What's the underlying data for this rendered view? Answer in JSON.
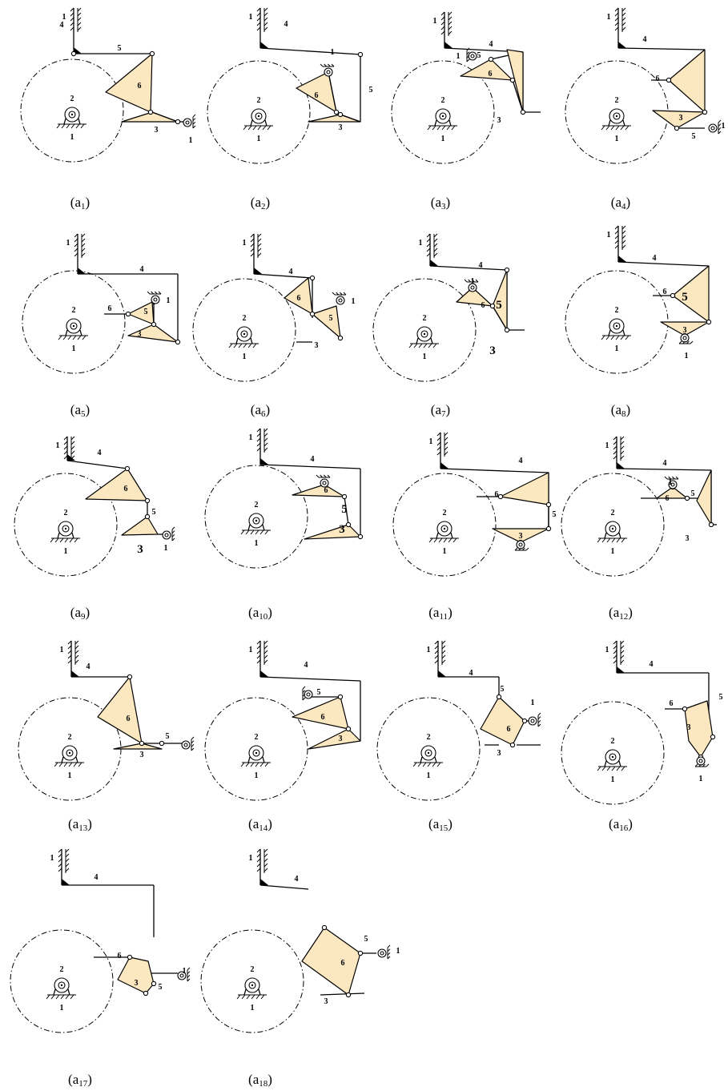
{
  "figures": [
    {
      "id": "a1",
      "caption": "(a",
      "sub": "1",
      "suffix": ")",
      "frame_label": "1",
      "gear_label": "2",
      "ground_label": "1",
      "labels": [
        "4",
        "5",
        "6",
        "3",
        "1"
      ],
      "big_labels": []
    },
    {
      "id": "a2",
      "caption": "(a",
      "sub": "2",
      "suffix": ")",
      "frame_label": "1",
      "gear_label": "2",
      "ground_label": "1",
      "labels": [
        "4",
        "5",
        "1",
        "6",
        "3"
      ],
      "big_labels": []
    },
    {
      "id": "a3",
      "caption": "(a",
      "sub": "3",
      "suffix": ")",
      "frame_label": "1",
      "gear_label": "2",
      "ground_label": "1",
      "labels": [
        "4",
        "1",
        "5",
        "6",
        "3"
      ],
      "big_labels": []
    },
    {
      "id": "a4",
      "caption": "(a",
      "sub": "4",
      "suffix": ")",
      "frame_label": "1",
      "gear_label": "2",
      "ground_label": "1",
      "labels": [
        "4",
        "6",
        "3",
        "1",
        "5"
      ],
      "big_labels": []
    },
    {
      "id": "a5",
      "caption": "(a",
      "sub": "5",
      "suffix": ")",
      "frame_label": "1",
      "gear_label": "2",
      "ground_label": "1",
      "labels": [
        "4",
        "6",
        "5",
        "1",
        "3"
      ],
      "big_labels": []
    },
    {
      "id": "a6",
      "caption": "(a",
      "sub": "6",
      "suffix": ")",
      "frame_label": "1",
      "gear_label": "2",
      "ground_label": "1",
      "labels": [
        "4",
        "6",
        "5",
        "1",
        "3"
      ],
      "big_labels": []
    },
    {
      "id": "a7",
      "caption": "(a",
      "sub": "7",
      "suffix": ")",
      "frame_label": "1",
      "gear_label": "2",
      "ground_label": "1",
      "labels": [
        "4",
        "1",
        "6"
      ],
      "big_labels": [
        "5",
        "3"
      ]
    },
    {
      "id": "a8",
      "caption": "(a",
      "sub": "8",
      "suffix": ")",
      "frame_label": "1",
      "gear_label": "2",
      "ground_label": "1",
      "labels": [
        "4",
        "6",
        "3",
        "1"
      ],
      "big_labels": [
        "5"
      ]
    },
    {
      "id": "a9",
      "caption": "(a",
      "sub": "9",
      "suffix": ")",
      "frame_label": "1",
      "gear_label": "2",
      "ground_label": "1",
      "labels": [
        "4",
        "6",
        "5",
        "1"
      ],
      "big_labels": [
        "3"
      ]
    },
    {
      "id": "a10",
      "caption": "(a",
      "sub": "10",
      "suffix": ")",
      "frame_label": "1",
      "gear_label": "2",
      "ground_label": "1",
      "labels": [
        "4",
        "6"
      ],
      "big_labels": [
        "5",
        "3"
      ]
    },
    {
      "id": "a11",
      "caption": "(a",
      "sub": "11",
      "suffix": ")",
      "frame_label": "1",
      "gear_label": "2",
      "ground_label": "1",
      "labels": [
        "4",
        "6",
        "5",
        "3"
      ],
      "big_labels": []
    },
    {
      "id": "a12",
      "caption": "(a",
      "sub": "12",
      "suffix": ")",
      "frame_label": "1",
      "gear_label": "2",
      "ground_label": "1",
      "labels": [
        "4",
        "1",
        "6",
        "5",
        "3"
      ],
      "big_labels": []
    },
    {
      "id": "a13",
      "caption": "(a",
      "sub": "13",
      "suffix": ")",
      "frame_label": "1",
      "gear_label": "2",
      "ground_label": "1",
      "labels": [
        "4",
        "6",
        "5",
        "3"
      ],
      "big_labels": []
    },
    {
      "id": "a14",
      "caption": "(a",
      "sub": "14",
      "suffix": ")",
      "frame_label": "1",
      "gear_label": "2",
      "ground_label": "1",
      "labels": [
        "4",
        "5",
        "6",
        "3"
      ],
      "big_labels": []
    },
    {
      "id": "a15",
      "caption": "(a",
      "sub": "15",
      "suffix": ")",
      "frame_label": "1",
      "gear_label": "2",
      "ground_label": "1",
      "labels": [
        "4",
        "5",
        "1",
        "6",
        "3"
      ],
      "big_labels": []
    },
    {
      "id": "a16",
      "caption": "(a",
      "sub": "16",
      "suffix": ")",
      "frame_label": "1",
      "gear_label": "2",
      "ground_label": "1",
      "labels": [
        "4",
        "5",
        "6",
        "3",
        "1"
      ],
      "big_labels": []
    },
    {
      "id": "a17",
      "caption": "(a",
      "sub": "17",
      "suffix": ")",
      "frame_label": "1",
      "gear_label": "2",
      "ground_label": "1",
      "labels": [
        "4",
        "6",
        "3",
        "1",
        "5"
      ],
      "big_labels": []
    },
    {
      "id": "a18",
      "caption": "(a",
      "sub": "18",
      "suffix": ")",
      "frame_label": "1",
      "gear_label": "2",
      "ground_label": "1",
      "labels": [
        "4",
        "5",
        "1",
        "6",
        "3"
      ],
      "big_labels": []
    }
  ]
}
